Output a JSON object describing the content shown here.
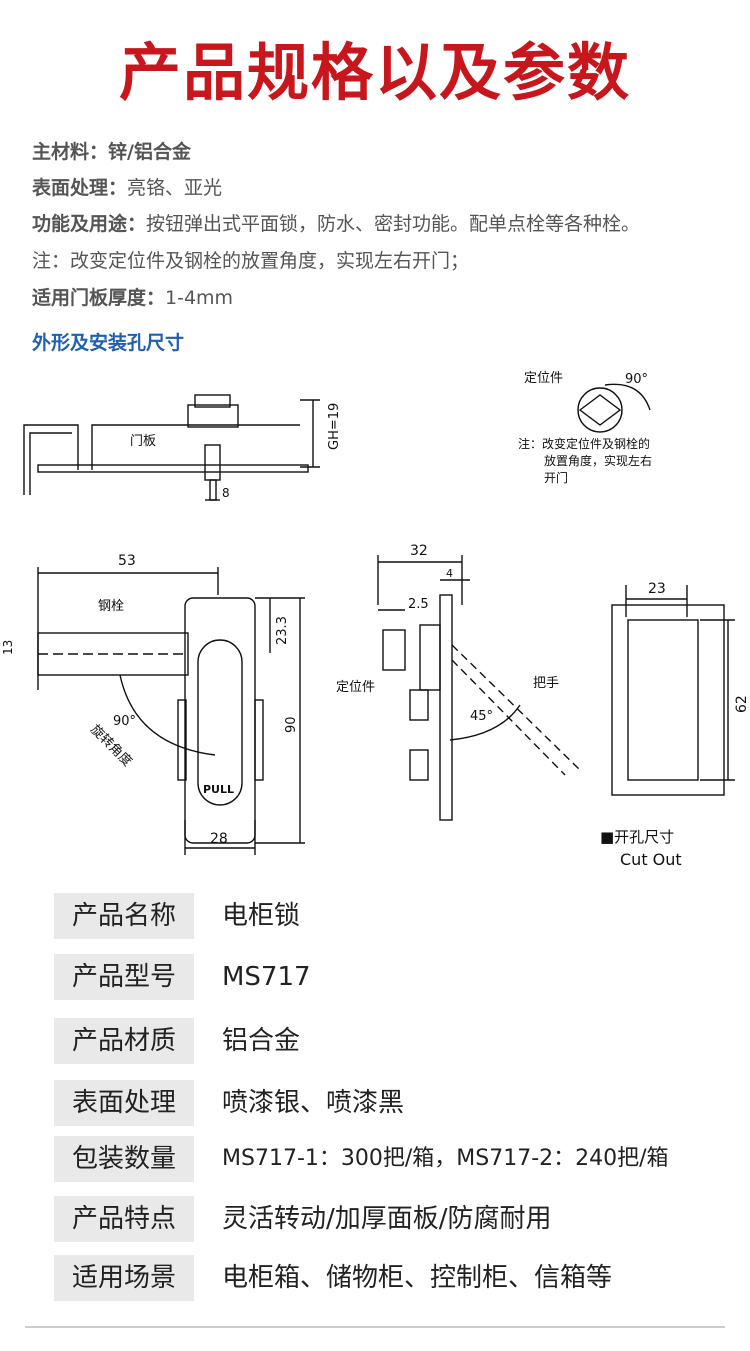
{
  "title": "产品规格以及参数",
  "specs": [
    {
      "key": "主材料：",
      "value": "锌/铝合金"
    },
    {
      "key": "表面处理：",
      "value": "亮铬、亚光"
    },
    {
      "key": "功能及用途：",
      "value": "按钮弹出式平面锁，防水、密封功能。配单点栓等各种栓。"
    },
    {
      "key": "",
      "value": "注：改变定位件及钢栓的放置角度，实现左右开门；"
    },
    {
      "key": "适用门板厚度：",
      "value": "1-4mm"
    }
  ],
  "subheading": "外形及安装孔尺寸",
  "drawing": {
    "door_panel": "门板",
    "gh": "GH=19",
    "dim_8": "8",
    "locator": "定位件",
    "angle_90": "90°",
    "note_line1": "注：改变定位件及钢栓的",
    "note_line2": "放置角度，实现左右",
    "note_line3": "开门",
    "dim_53": "53",
    "steel_bolt": "钢栓",
    "dim_13": "13",
    "dim_23_3": "23.3",
    "dim_90": "90",
    "rotation_angle": "旋转角度",
    "angle_90b": "90°",
    "pull": "PULL",
    "dim_28": "28",
    "dim_32": "32",
    "dim_4": "4",
    "dim_2_5": "2.5",
    "locator2": "定位件",
    "handle": "把手",
    "angle_45": "45°",
    "dim_23": "23",
    "dim_62": "62",
    "cutout_cn": "■开孔尺寸",
    "cutout_en": "Cut Out"
  },
  "table": [
    {
      "label": "产品名称",
      "value": "电柜锁"
    },
    {
      "label": "产品型号",
      "value": "MS717"
    },
    {
      "label": "产品材质",
      "value": "铝合金"
    },
    {
      "label": "表面处理",
      "value": "喷漆银、喷漆黑"
    },
    {
      "label": "包装数量",
      "value": "MS717-1：300把/箱，MS717-2：240把/箱"
    },
    {
      "label": "产品特点",
      "value": "灵活转动/加厚面板/防腐耐用"
    },
    {
      "label": "适用场景",
      "value": "电柜箱、储物柜、控制柜、信箱等"
    }
  ]
}
